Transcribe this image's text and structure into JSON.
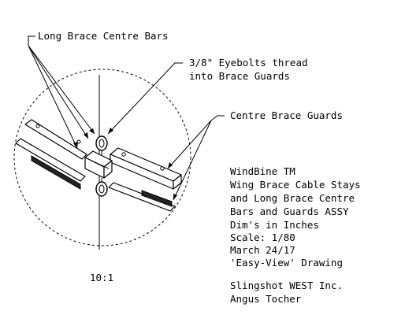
{
  "callouts": {
    "long_brace_centre_bars": "Long Brace Centre Bars",
    "eyebolts_line1": "3/8\" Eyebolts thread",
    "eyebolts_line2": "into Brace Guards",
    "centre_brace_guards": "Centre Brace Guards"
  },
  "title_block": {
    "lines": [
      "WindBine TM",
      "Wing Brace Cable Stays",
      "and Long Brace Centre",
      "Bars and Guards ASSY",
      "Dim's in Inches",
      "Scale: 1/80",
      "March 24/17",
      "'Easy-View' Drawing"
    ],
    "company": "Slingshot WEST Inc.",
    "author": "Angus Tocher"
  },
  "detail_scale": "10:1"
}
